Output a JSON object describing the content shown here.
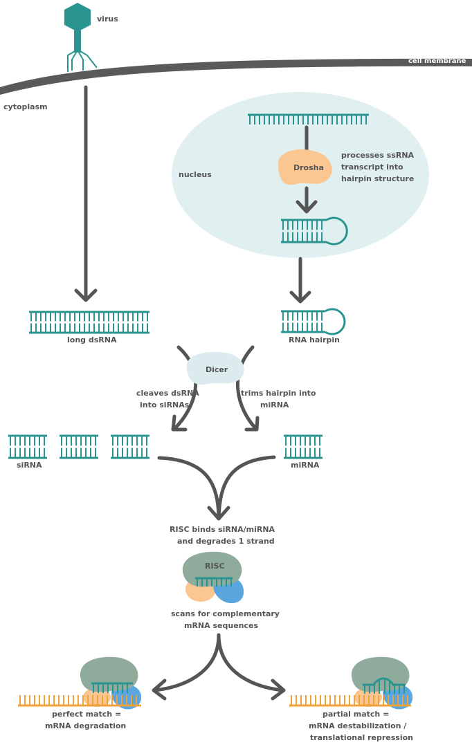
{
  "labels": {
    "virus": "virus",
    "cell_membrane": "cell membrane",
    "cytoplasm": "cytoplasm",
    "nucleus": "nucleus",
    "drosha": "Drosha",
    "drosha_desc": [
      "processes ssRNA",
      "transcript into",
      "hairpin structure"
    ],
    "long_dsrna": "long dsRNA",
    "rna_hairpin": "RNA hairpin",
    "dicer": "Dicer",
    "dicer_left": [
      "cleaves dsRNA",
      "into siRNAs"
    ],
    "dicer_right": [
      "trims hairpin into",
      "miRNA"
    ],
    "sirna": "siRNA",
    "mirna": "miRNA",
    "risc_binds": [
      "RISC binds siRNA/miRNA",
      "and degrades 1 strand"
    ],
    "risc": "RISC",
    "scans": [
      "scans for complementary",
      "mRNA sequences"
    ],
    "perfect_match": [
      "perfect match =",
      "mRNA degradation"
    ],
    "partial_match": [
      "partial match =",
      "mRNA destabilization /",
      "translational repression"
    ]
  },
  "colors": {
    "rna": "#2a9490",
    "mrna": "#f0a23a",
    "arrow": "#555555",
    "membrane": "#5a5a5a",
    "nucleus": "#e0eff0",
    "drosha": "#fbc68f",
    "dicer": "#dcecee",
    "risc_top": "#8eab9c",
    "risc_orange": "#fbc68f",
    "risc_blue": "#5aa6de"
  }
}
